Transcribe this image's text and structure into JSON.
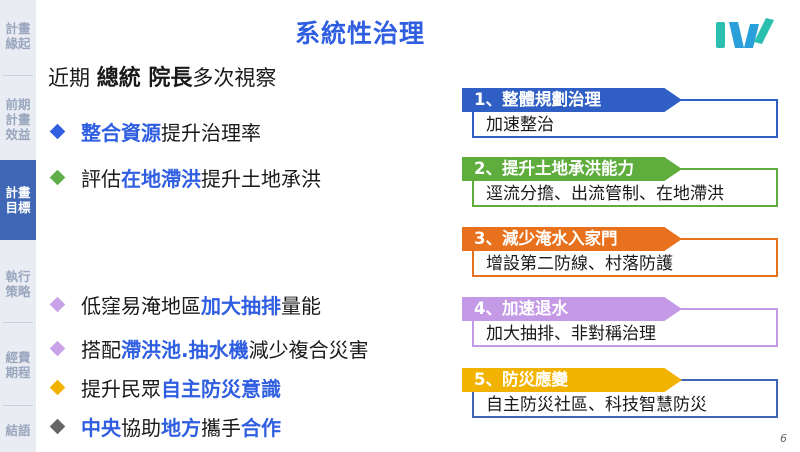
{
  "nav": {
    "items": [
      {
        "line1": "計畫",
        "line2": "緣起",
        "line3": "",
        "active": false
      },
      {
        "line1": "前期",
        "line2": "計畫",
        "line3": "效益",
        "active": false
      },
      {
        "line1": "計畫",
        "line2": "目標",
        "line3": "",
        "active": true
      },
      {
        "line1": "執行",
        "line2": "策略",
        "line3": "",
        "active": false
      },
      {
        "line1": "經費",
        "line2": "期程",
        "line3": "",
        "active": false
      },
      {
        "line1": "結語",
        "line2": "",
        "line3": "",
        "active": false
      }
    ]
  },
  "title": "系統性治理",
  "intro": {
    "prefix": "近期 ",
    "bold": "總統 院長",
    "suffix": "多次視察"
  },
  "bullets_top": [
    {
      "bold": "整合資源",
      "rest": "提升治理率",
      "marker_color": "#2f5ee0"
    },
    {
      "pre": "評估",
      "bold": "在地滯洪",
      "rest": "提升土地承洪",
      "marker_color": "#5fae4a"
    }
  ],
  "bullets_bottom": [
    {
      "pre": "低窪易淹地區",
      "bold": "加大抽排",
      "rest": "量能",
      "marker_color": "#c9a3e8"
    },
    {
      "pre": "搭配",
      "bold": "滯洪池.抽水機",
      "rest": "減少複合災害",
      "marker_color": "#c9a3e8"
    },
    {
      "pre": "提升民眾",
      "bold": "自主防災意識",
      "rest": "",
      "marker_color": "#f2b300"
    },
    {
      "b1": "中央",
      "t1": "協助",
      "b2": "地方",
      "t2": "攜手",
      "b3": "合作",
      "marker_color": "#666666"
    }
  ],
  "panels": [
    {
      "header": "1、整體規劃治理",
      "body": "加速整治",
      "color": "#2f5fc4",
      "border": "#2f5fc4"
    },
    {
      "header": "2、提升土地承洪能力",
      "body": "逕流分擔、出流管制、在地滯洪",
      "color": "#5fae3d",
      "border": "#5fae3d"
    },
    {
      "header": "3、減少淹水入家門",
      "body": "增設第二防線、村落防護",
      "color": "#e8711d",
      "border": "#e8711d"
    },
    {
      "header": "4、加速退水",
      "body": "加大抽排、非對稱治理",
      "color": "#c49ae6",
      "border": "#c49ae6"
    },
    {
      "header": "5、防災應變",
      "body": "自主防災社區、科技智慧防災",
      "color": "#f2b300",
      "border": "#3f67b5"
    }
  ],
  "page_number": "6"
}
